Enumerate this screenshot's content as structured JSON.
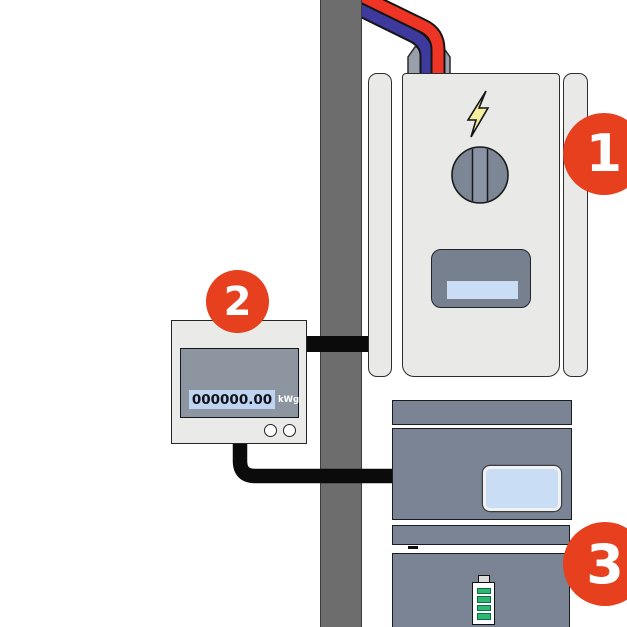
{
  "badges": {
    "disconnect_label": "1",
    "meter_label": "2",
    "battery_label": "3"
  },
  "meter": {
    "reading": "000000.00",
    "unit": "kWg"
  },
  "colors": {
    "badge_red": "#e6401f",
    "cable_red": "#ee3424",
    "cable_blue": "#3e3a9d",
    "battery_green": "#2cb871",
    "screen_blue": "#c9def5",
    "panel_light": "#e9e9e7",
    "panel_slate": "#7a8494",
    "display_slate": "#76808f",
    "meter_display_gray": "#8d95a1",
    "pole_gray": "#6d6d6d",
    "lightning_yellow": "#f5efa0"
  }
}
